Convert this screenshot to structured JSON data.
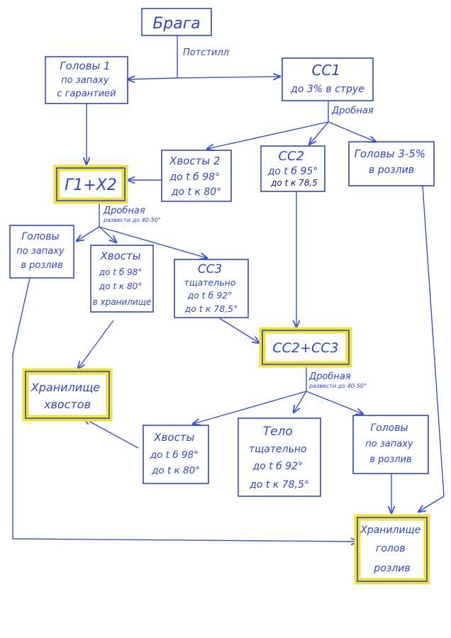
{
  "nodes": {
    "braga": {
      "lines": [
        "Брага"
      ]
    },
    "heads1": {
      "lines": [
        "Головы 1",
        "по запаху",
        "с гарантией"
      ]
    },
    "ss1": {
      "lines": [
        "СС1",
        "до 3% в струе"
      ]
    },
    "tails2": {
      "lines": [
        "Хвосты 2",
        "до t б 98°",
        "до t к 80°"
      ]
    },
    "ss2": {
      "lines": [
        "СС2",
        "до t б 95°",
        "до t к 78,5"
      ]
    },
    "heads35": {
      "lines": [
        "Головы 3-5%",
        "в розлив"
      ]
    },
    "g1x2": {
      "lines": [
        "Г1+Х2"
      ]
    },
    "heads_smell": {
      "lines": [
        "Головы",
        "по запаху",
        "в розлив"
      ]
    },
    "tails_store_b": {
      "lines": [
        "Хвосты",
        "до t б 98°",
        "до t к 80°",
        "в хранилище"
      ]
    },
    "ss3": {
      "lines": [
        "СС3",
        "тщательно",
        "до t б 92°",
        "до t к 78,5°"
      ]
    },
    "ss2ss3": {
      "lines": [
        "СС2+СС3"
      ]
    },
    "tails_storage": {
      "lines": [
        "Хранилище",
        "хвостов"
      ]
    },
    "tails_last": {
      "lines": [
        "Хвосты",
        "до t б 98°",
        "до t к 80°"
      ]
    },
    "body": {
      "lines": [
        "Тело",
        "тщательно",
        "до t б 92°",
        "до t к 78,5°"
      ]
    },
    "heads_last": {
      "lines": [
        "Головы",
        "по запаху",
        "в розлив"
      ]
    },
    "heads_storage": {
      "lines": [
        "Хранилище",
        "голов",
        "розлив"
      ]
    }
  },
  "labels": {
    "potstill": "Потстилл",
    "drobnaya1": "Дробная",
    "drobnaya2": "Дробная",
    "razvesti2": "развести до 40-50°",
    "drobnaya3": "Дробная",
    "razvesti3": "развести до 40-50°"
  },
  "colors": {
    "ink": "#2f47c2",
    "highlight": "#f0e23a"
  }
}
